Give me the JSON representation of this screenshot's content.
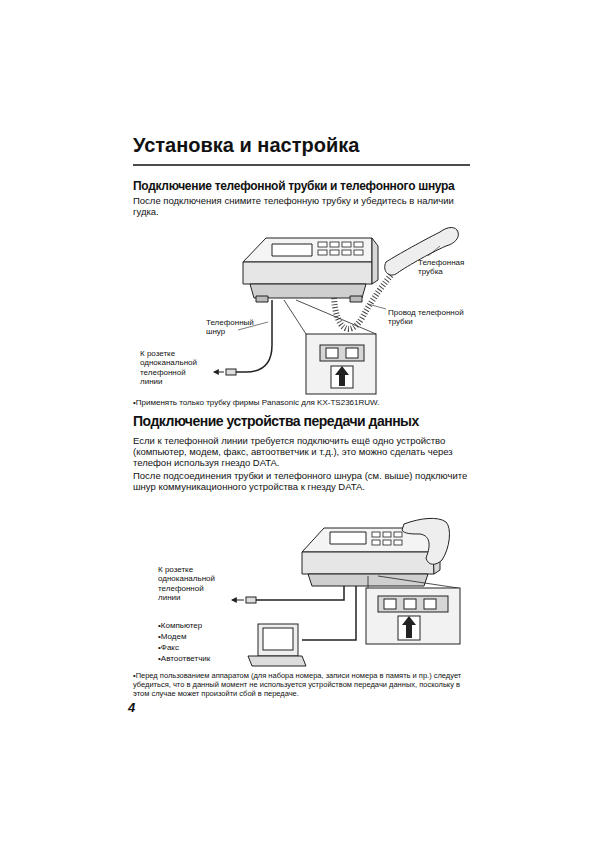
{
  "diagram": {
    "title": "Установка и настройка",
    "labels": [
      "Подключение телефонной трубки и телефонного шнура",
      "После подключения снимите телефонную трубку и убедитесь в наличии гудка.",
      "Телефонная трубка",
      "Провод телефонной трубки",
      "Телефонный шнур",
      "К розетке одноканальной телефонной линии",
      "•Применять только трубку фирмы Panasonic для KX-TS2361RUW.",
      "Подключение устройства передачи данных",
      "Если к телефонной линии требуется подключить ещё одно устройство (компьютер, модем, факс, автоответчик и т.д.), это можно сделать через телефон используя гнездо DATA.",
      "После подсоединения трубки и телефонного шнура (см. выше) подключите шнур коммуникационного устройства к гнезду DATA.",
      "К розетке одноканальной телефонной линии",
      "•Компьютер",
      "•Модем",
      "•Факс",
      "•Автоответчик",
      "•Перед пользованием аппаратом (для набора номера, записи номера в память и пр.) следует убедиться, что в данный момент не используется устройством передачи данных, поскольку в этом случае может произойти сбой в передаче.",
      "4"
    ]
  }
}
